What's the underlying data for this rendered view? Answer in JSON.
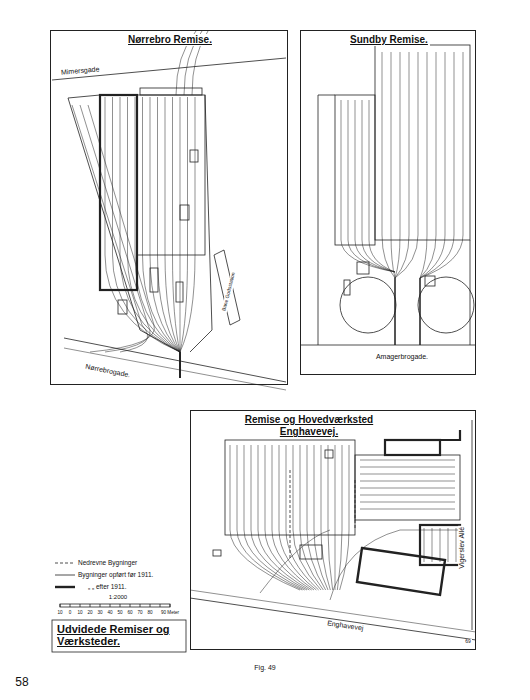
{
  "diagram": {
    "title": "Udvidede Remiser og Værksteder.",
    "caption": "Fig. 49",
    "nodes": [
      {
        "text": [
          "Nørrebro Remise."
        ]
      },
      {
        "text": [
          "Sundby Remise."
        ]
      },
      {
        "text": [
          "Remise og Hovedværksted Enghavevej."
        ]
      }
    ],
    "labels": [
      "Mimersgade",
      "Bane Godsstation",
      "Nørrebrogade.",
      "Amagerbrogade.",
      "Vigerslev Allé",
      "Enghavevej",
      "1:2000",
      "10",
      "0",
      "10",
      "20",
      "30",
      "40",
      "50",
      "60",
      "70",
      "80",
      "90 Meter",
      "58",
      "69"
    ],
    "legend": [
      {
        "text": "Nedrevne Bygninger"
      },
      {
        "text": "Bygninger opført før 1911."
      },
      {
        "text": "„ „ efter 1911."
      }
    ]
  }
}
